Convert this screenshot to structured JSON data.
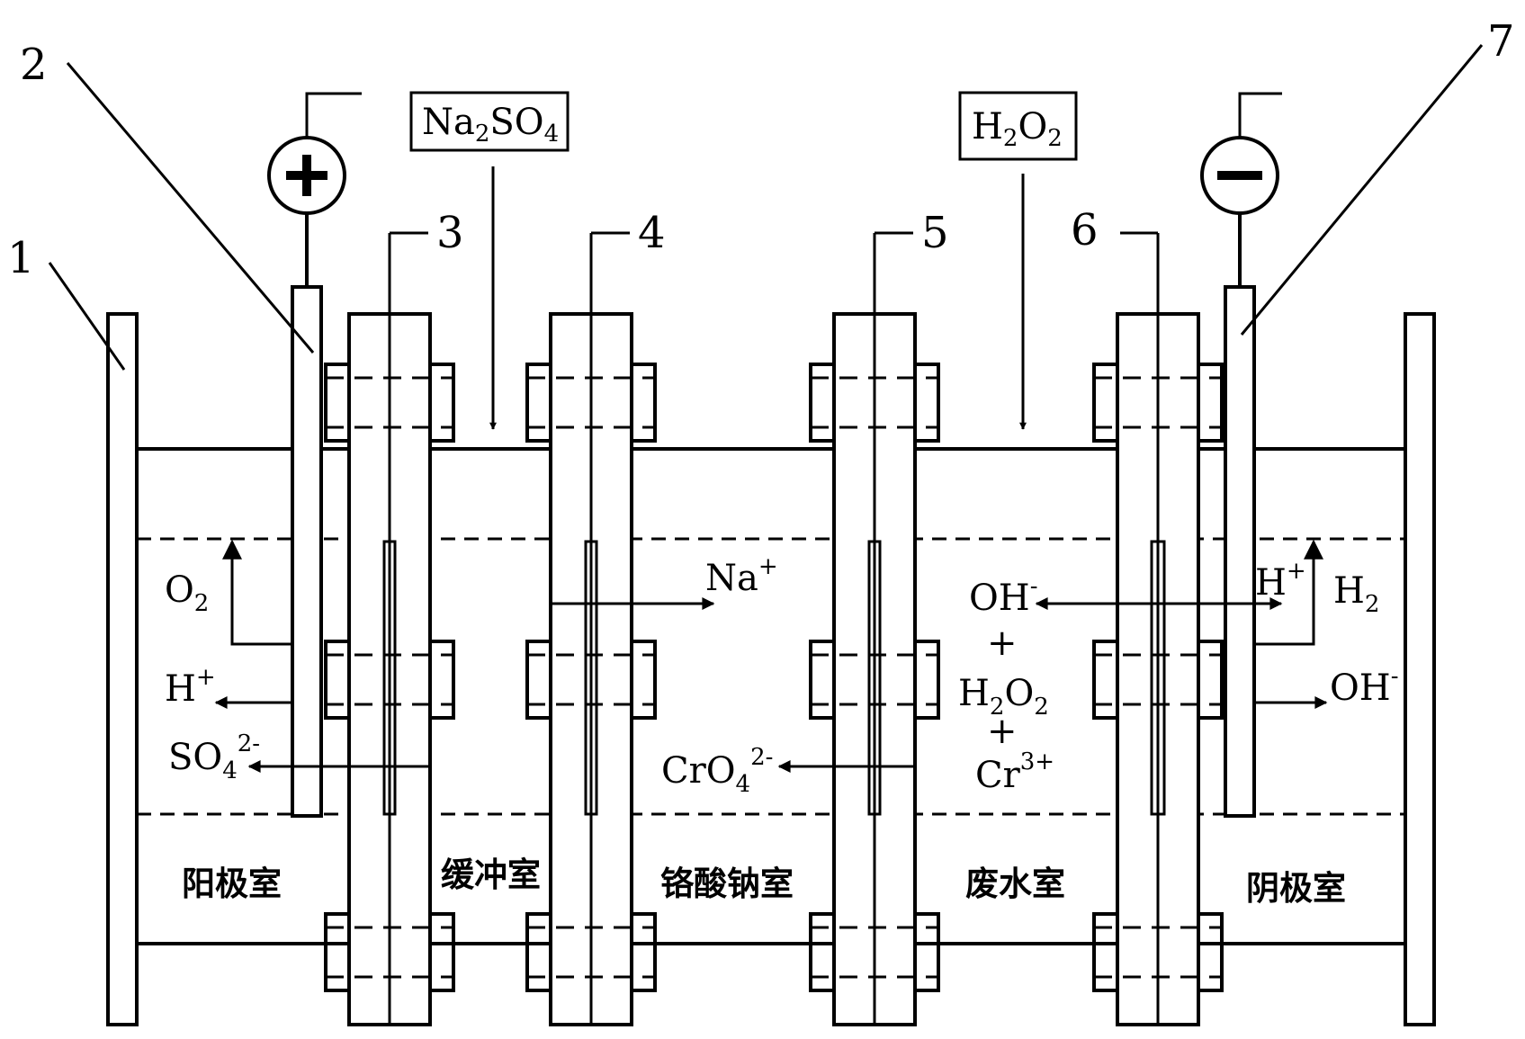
{
  "part_numbers": [
    "1",
    "2",
    "3",
    "4",
    "5",
    "6",
    "7"
  ],
  "feeds": {
    "na2so4": {
      "base1": "Na",
      "sub1": "2",
      "base2": "SO",
      "sub2": "4"
    },
    "h2o2": {
      "base1": "H",
      "sub1": "2",
      "base2": "O",
      "sub2": "2"
    }
  },
  "electrodes": {
    "anode_symbol": "plus",
    "cathode_symbol": "minus"
  },
  "chambers": [
    "阳极室",
    "缓冲室",
    "铬酸钠室",
    "废水室",
    "阴极室"
  ],
  "species": {
    "o2": {
      "base": "O",
      "sub": "2"
    },
    "h_plus_anode": {
      "base": "H",
      "sup": "+"
    },
    "so4": {
      "base": "SO",
      "sub": "4",
      "sup": "2-"
    },
    "na_plus": {
      "base": "Na",
      "sup": "+"
    },
    "cro4": {
      "base": "CrO",
      "sub": "4",
      "sup": "2-"
    },
    "oh_waste": {
      "base": "OH",
      "sup": "-"
    },
    "plus_1": "+",
    "h2o2_waste": {
      "base1": "H",
      "sub1": "2",
      "base2": "O",
      "sub2": "2"
    },
    "plus_2": "+",
    "cr3": {
      "base": "Cr",
      "sup": "3+"
    },
    "h_plus_cathode": {
      "base": "H",
      "sup": "+"
    },
    "h2": {
      "base": "H",
      "sub": "2"
    },
    "oh_cathode": {
      "base": "OH",
      "sup": "-"
    }
  },
  "colors": {
    "line": "#000000",
    "background": "#ffffff"
  }
}
